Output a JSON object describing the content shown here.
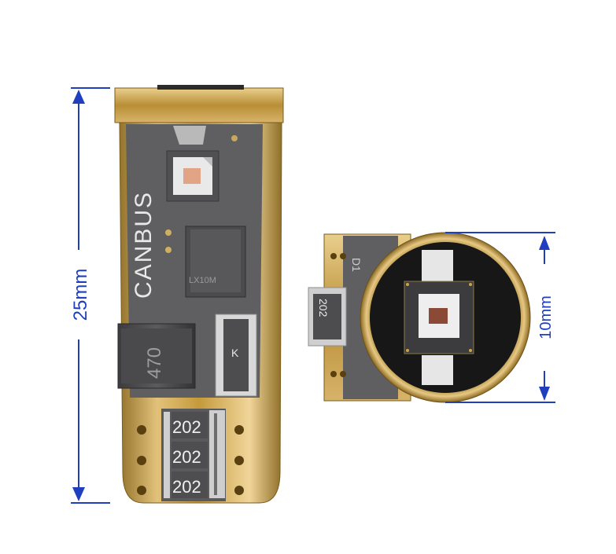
{
  "dimensions": {
    "length_label": "25mm",
    "diameter_label": "10mm"
  },
  "board_markings": {
    "canbus": "CANBUS",
    "inductor_large": "470",
    "inductor_small": "LX10M",
    "diode": "K",
    "resistors": [
      "202",
      "202",
      "202"
    ],
    "side_resistor": "202",
    "side_pcb_label": "D1"
  },
  "colors": {
    "dimension_line": "#1f3fbf",
    "gold": "#c9a24a",
    "pcb_gray": "#5f5f61",
    "disc_black": "#171717"
  }
}
